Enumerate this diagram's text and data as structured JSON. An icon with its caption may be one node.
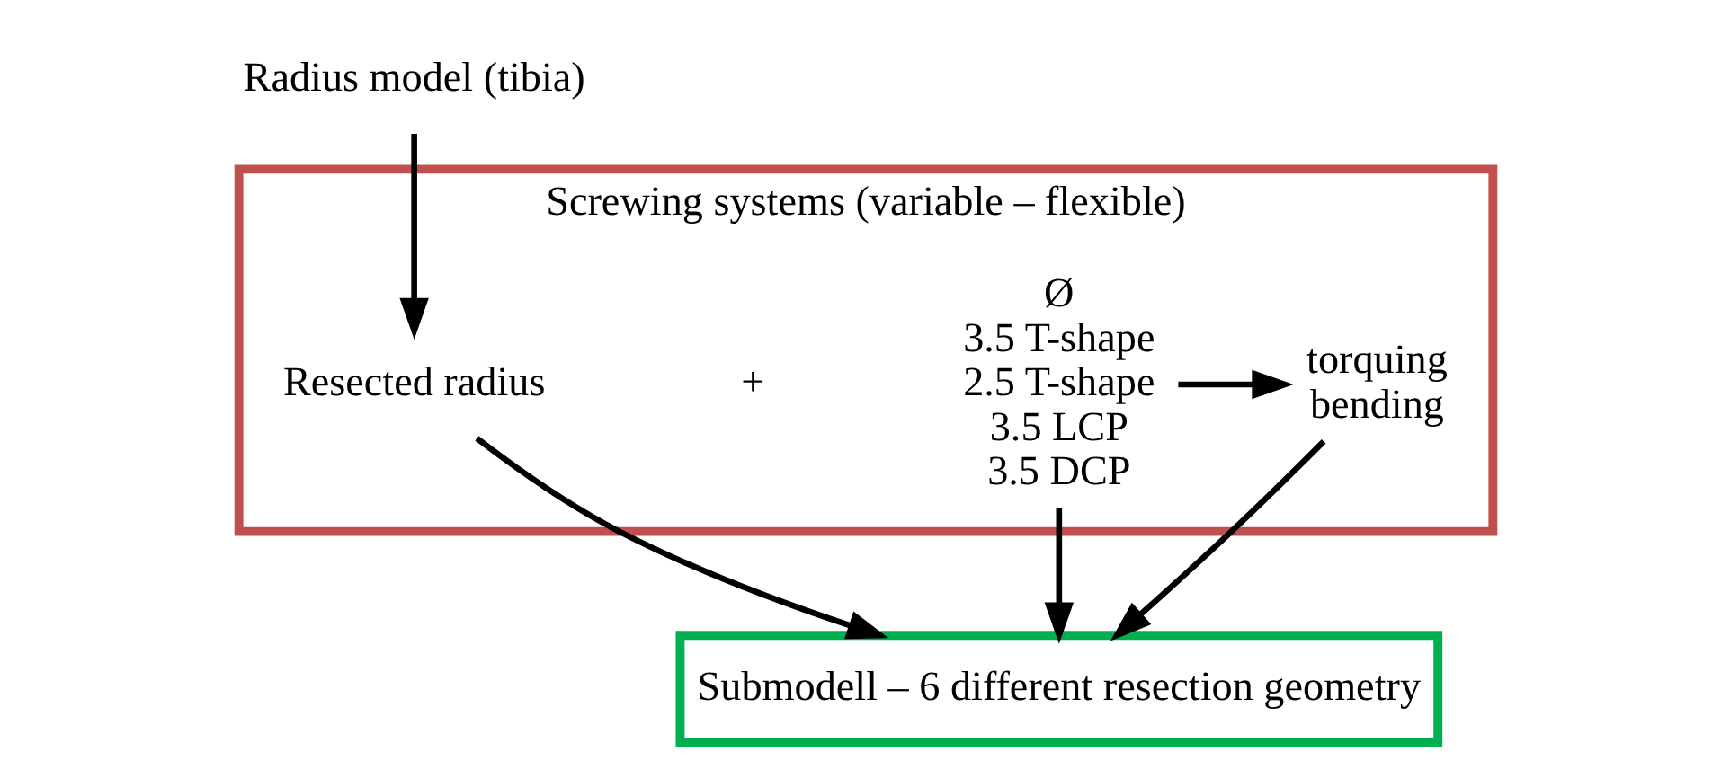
{
  "diagram": {
    "nodes": [
      {
        "text": [
          "Screwing systems (variable – flexible)"
        ]
      },
      {
        "text": [
          "Radius model (tibia)"
        ]
      },
      {
        "text": [
          "Resected radius"
        ],
        "in": 0
      },
      {
        "text": [
          "Ø",
          "3.5 T-shape",
          "2.5 T-shape",
          "3.5 LCP",
          "3.5 DCP"
        ],
        "in": 0
      },
      {
        "text": [
          "torquing",
          "bending"
        ],
        "in": 0
      },
      {
        "text": [
          "Submodell – 6 different resection geometry"
        ]
      }
    ],
    "edges": [
      {
        "from": 1,
        "to": 2,
        "arrow": "to"
      },
      {
        "from": 3,
        "to": 4,
        "arrow": "to"
      },
      {
        "from": 2,
        "to": 5,
        "arrow": "to"
      },
      {
        "from": 3,
        "to": 5,
        "arrow": "to"
      },
      {
        "from": 4,
        "to": 5,
        "arrow": "to"
      }
    ],
    "labels": [
      "+"
    ]
  }
}
